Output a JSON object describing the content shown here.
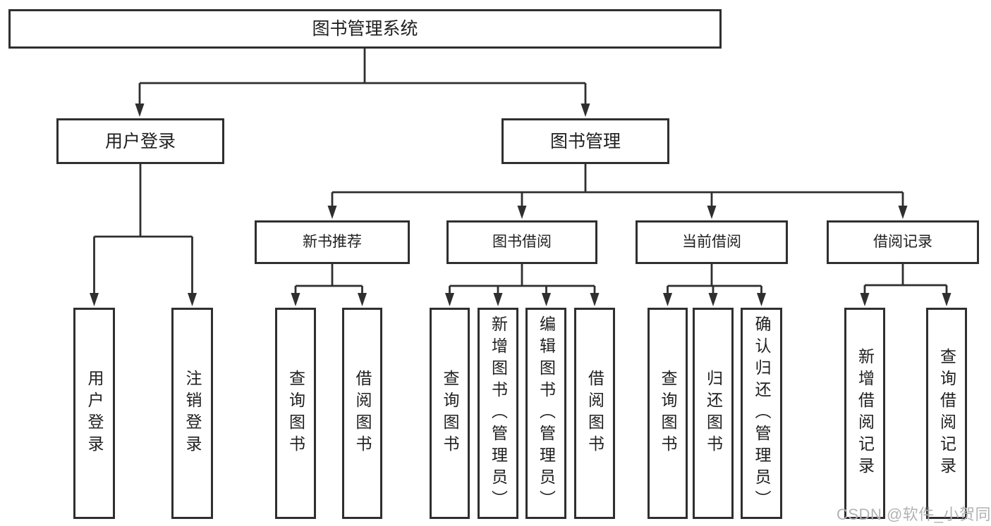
{
  "diagram": {
    "root": {
      "label": "图书管理系统"
    },
    "level2": [
      {
        "label": "用户登录"
      },
      {
        "label": "图书管理"
      }
    ],
    "level3": [
      {
        "label": "新书推荐"
      },
      {
        "label": "图书借阅"
      },
      {
        "label": "当前借阅"
      },
      {
        "label": "借阅记录"
      }
    ],
    "leaves": [
      {
        "label": "用户登录"
      },
      {
        "label": "注销登录"
      },
      {
        "label": "查询图书"
      },
      {
        "label": "借阅图书"
      },
      {
        "label": "查询图书"
      },
      {
        "label": "新增图书（管理员）"
      },
      {
        "label": "编辑图书（管理员）"
      },
      {
        "label": "借阅图书"
      },
      {
        "label": "查询图书"
      },
      {
        "label": "归还图书"
      },
      {
        "label": "确认归还（管理员）"
      },
      {
        "label": "新增借阅记录"
      },
      {
        "label": "查询借阅记录"
      }
    ]
  },
  "watermark": {
    "text": "CSDN @软件_小贺同学"
  },
  "colors": {
    "line": "#2f2f2f",
    "text": "#1f1f1f",
    "watermark": "#b2b2b5",
    "background": "#ffffff"
  }
}
